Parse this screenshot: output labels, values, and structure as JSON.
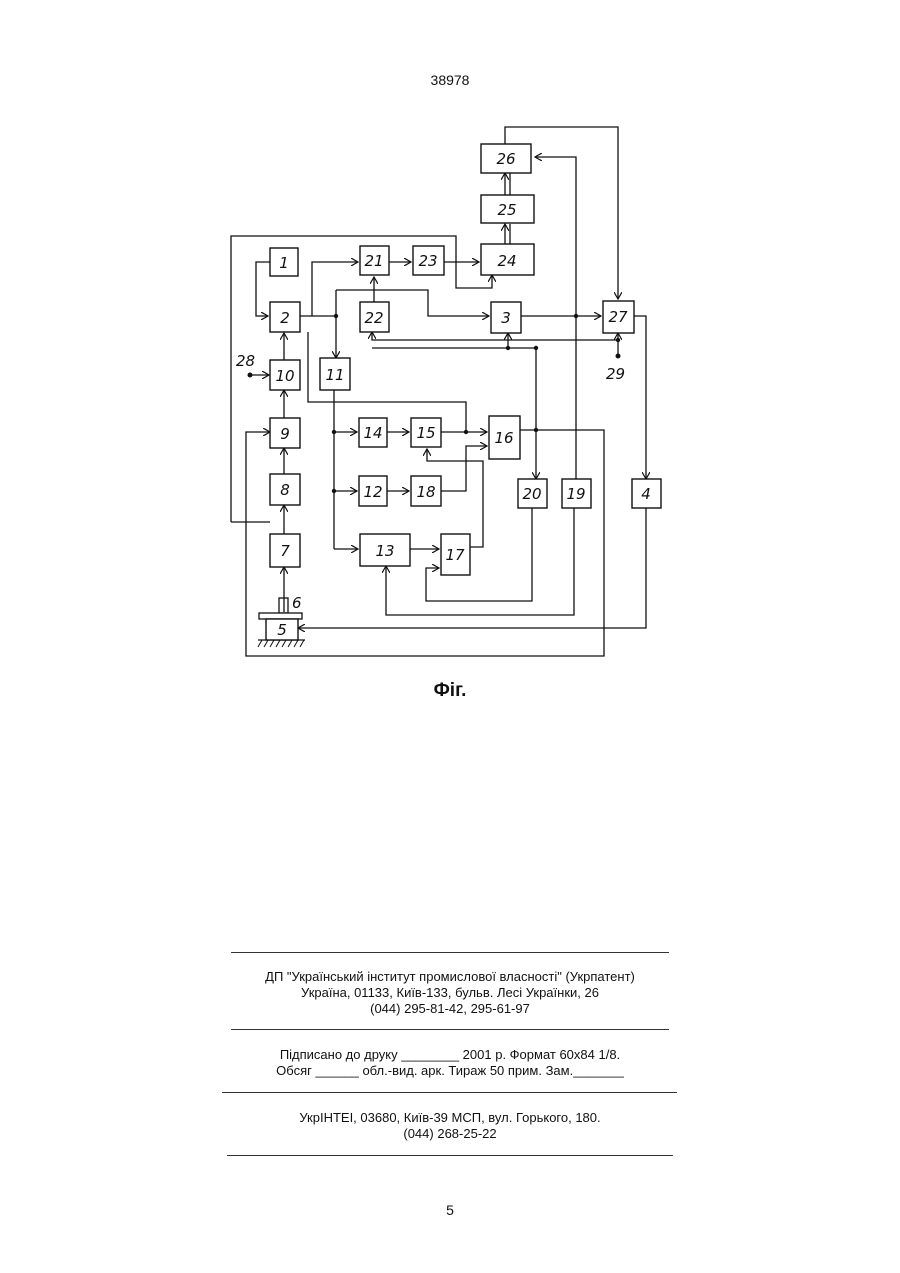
{
  "header": {
    "doc_number": "38978"
  },
  "diagram": {
    "blocks": {
      "b1": "1",
      "b2": "2",
      "b3": "3",
      "b4": "4",
      "b5": "5",
      "b7": "7",
      "b8": "8",
      "b9": "9",
      "b10": "10",
      "b11": "11",
      "b12": "12",
      "b13": "13",
      "b14": "14",
      "b15": "15",
      "b16": "16",
      "b17": "17",
      "b18": "18",
      "b19": "19",
      "b20": "20",
      "b21": "21",
      "b22": "22",
      "b23": "23",
      "b24": "24",
      "b25": "25",
      "b26": "26",
      "b27": "27"
    },
    "labels": {
      "l6": "6",
      "l28": "28",
      "l29": "29"
    }
  },
  "caption": "Фіг.",
  "imprint": {
    "line1": "ДП \"Український інститут промислової власності\" (Укрпатент)",
    "line2": "Україна, 01133, Київ-133, бульв. Лесі Українки, 26",
    "line3": "(044) 295-81-42, 295-61-97",
    "line4": "Підписано до друку ________ 2001 р.    Формат 60х84 1/8.",
    "line5": "Обсяг ______ обл.-вид. арк.   Тираж 50 прим.    Зам._______",
    "line6": "УкрІНТЕІ, 03680, Київ-39 МСП, вул. Горького, 180.",
    "line7": "(044) 268-25-22"
  },
  "footer": {
    "page_number": "5"
  }
}
